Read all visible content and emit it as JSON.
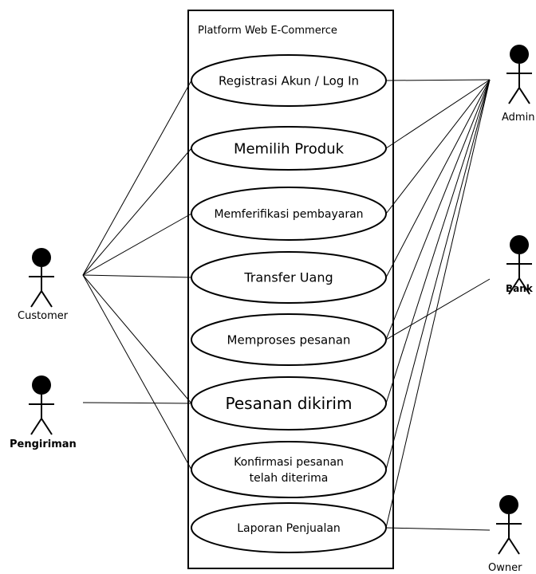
{
  "system": {
    "title": "Platform Web E-Commerce"
  },
  "use_cases": [
    {
      "id": "registrasi",
      "lines": [
        "Registrasi Akun / Log In"
      ]
    },
    {
      "id": "memilih",
      "lines": [
        "Memilih Produk"
      ]
    },
    {
      "id": "memferifikasi",
      "lines": [
        "Memferifikasi pembayaran"
      ]
    },
    {
      "id": "transfer",
      "lines": [
        "Transfer Uang"
      ]
    },
    {
      "id": "memproses",
      "lines": [
        "Memproses pesanan"
      ]
    },
    {
      "id": "dikirim",
      "lines": [
        "Pesanan dikirim"
      ]
    },
    {
      "id": "konfirmasi",
      "lines": [
        "Konfirmasi pesanan",
        "telah diterima"
      ]
    },
    {
      "id": "laporan",
      "lines": [
        "Laporan Penjualan"
      ]
    }
  ],
  "actors": [
    {
      "id": "customer",
      "label": "Customer"
    },
    {
      "id": "pengiriman",
      "label": "Pengiriman"
    },
    {
      "id": "admin",
      "label": "Admin"
    },
    {
      "id": "bank",
      "label": "Bank"
    },
    {
      "id": "owner",
      "label": "Owner"
    }
  ],
  "associations": [
    [
      "customer",
      "registrasi"
    ],
    [
      "customer",
      "memilih"
    ],
    [
      "customer",
      "memferifikasi"
    ],
    [
      "customer",
      "transfer"
    ],
    [
      "customer",
      "dikirim"
    ],
    [
      "customer",
      "konfirmasi"
    ],
    [
      "pengiriman",
      "dikirim"
    ],
    [
      "admin",
      "registrasi"
    ],
    [
      "admin",
      "memilih"
    ],
    [
      "admin",
      "memferifikasi"
    ],
    [
      "admin",
      "transfer"
    ],
    [
      "admin",
      "memproses"
    ],
    [
      "admin",
      "dikirim"
    ],
    [
      "admin",
      "konfirmasi"
    ],
    [
      "admin",
      "laporan"
    ],
    [
      "bank",
      "memproses"
    ],
    [
      "owner",
      "laporan"
    ]
  ]
}
